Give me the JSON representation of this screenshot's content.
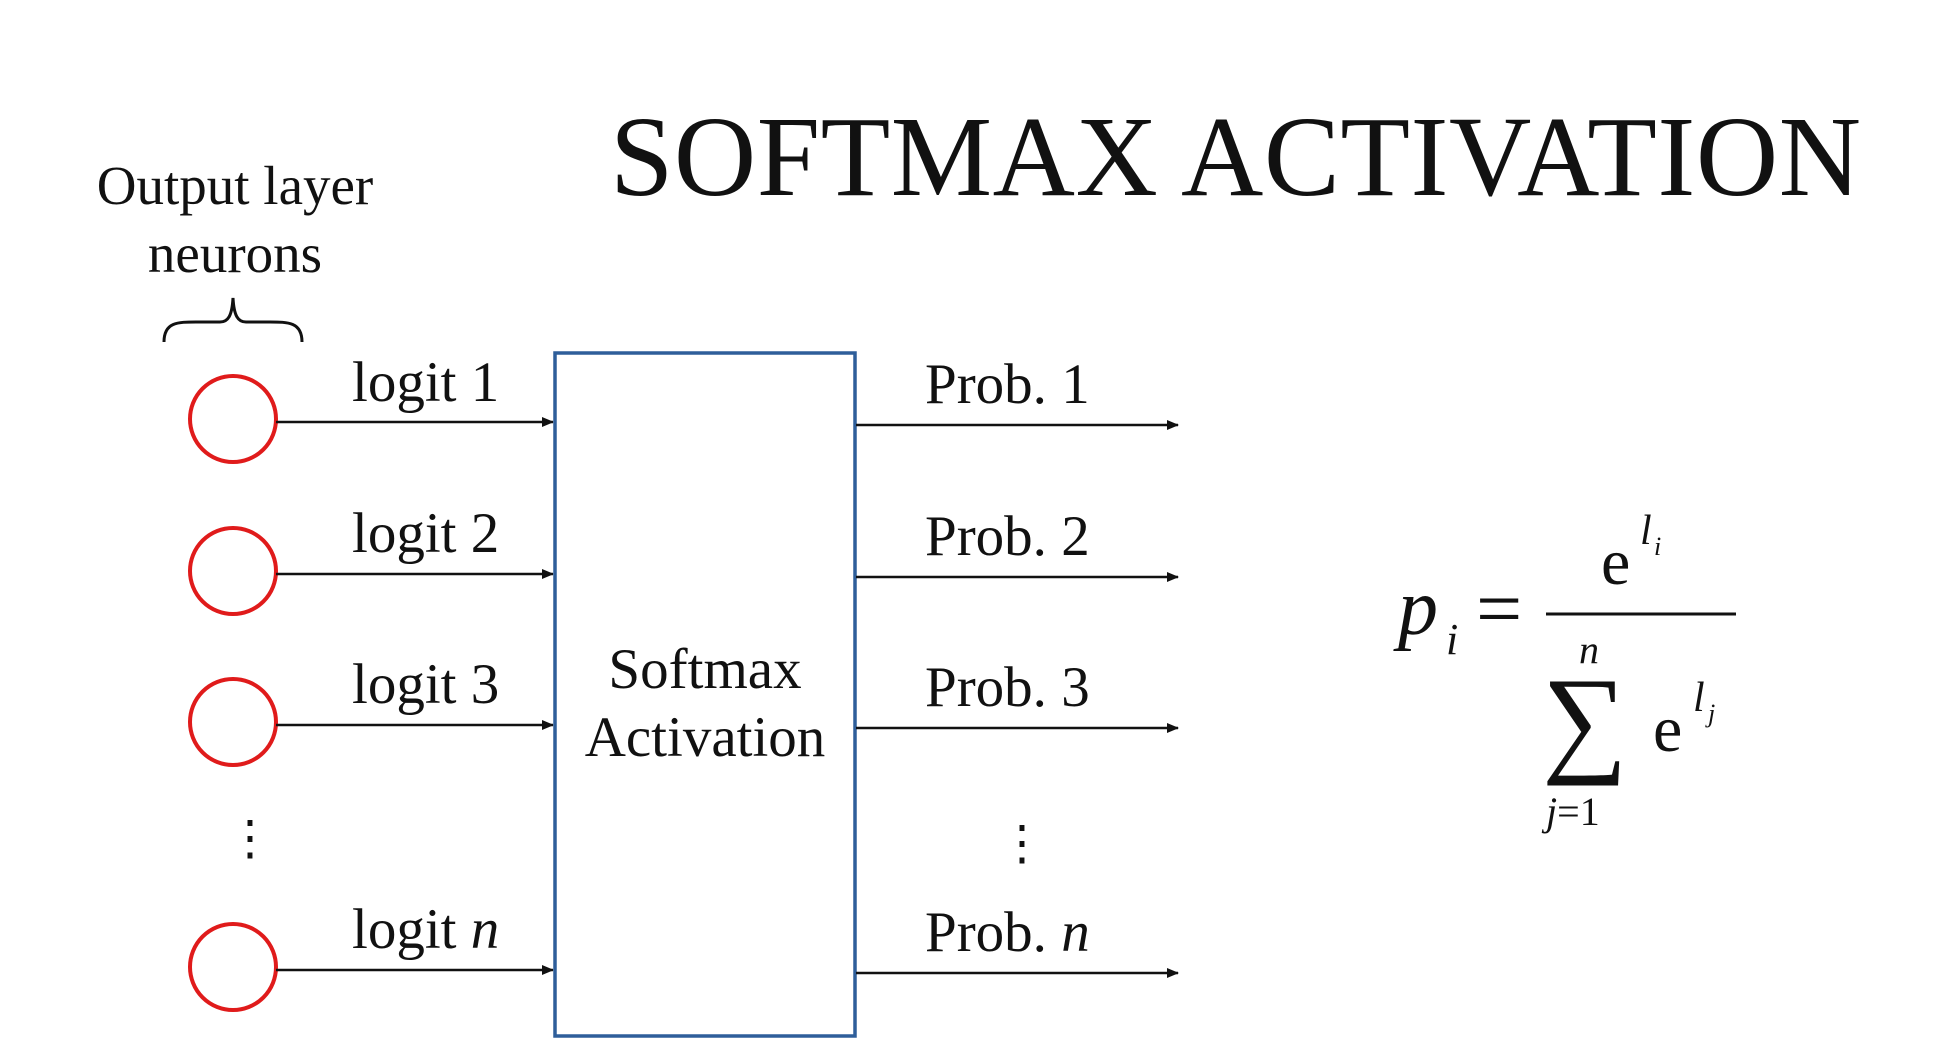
{
  "title": "SOFTMAX ACTIVATION",
  "caption": {
    "line1": "Output layer",
    "line2": "neurons"
  },
  "inputs": [
    {
      "prefix": "logit",
      "suffix": "1",
      "suffix_italic": false
    },
    {
      "prefix": "logit",
      "suffix": "2",
      "suffix_italic": false
    },
    {
      "prefix": "logit",
      "suffix": "3",
      "suffix_italic": false
    },
    {
      "prefix": "logit",
      "suffix": "n",
      "suffix_italic": true
    }
  ],
  "outputs": [
    {
      "prefix": "Prob.",
      "suffix": "1",
      "suffix_italic": false
    },
    {
      "prefix": "Prob.",
      "suffix": "2",
      "suffix_italic": false
    },
    {
      "prefix": "Prob.",
      "suffix": "3",
      "suffix_italic": false
    },
    {
      "prefix": "Prob.",
      "suffix": "n",
      "suffix_italic": true
    }
  ],
  "box": {
    "line1": "Softmax",
    "line2": "Activation"
  },
  "ellipsis": "⋮",
  "formula": {
    "lhs": "p",
    "lhs_sub": "i",
    "equals": "=",
    "num_base": "e",
    "num_exp": "l",
    "num_exp_sub": "i",
    "sum_symbol": "∑",
    "sum_upper": "n",
    "sum_lower_var": "j",
    "sum_lower_eq": "=",
    "sum_lower_val": "1",
    "den_base": "e",
    "den_exp": "l",
    "den_exp_sub": "j"
  },
  "colors": {
    "neuron": "#e01b1b",
    "box_border": "#2e5e9a",
    "line": "#111111"
  }
}
